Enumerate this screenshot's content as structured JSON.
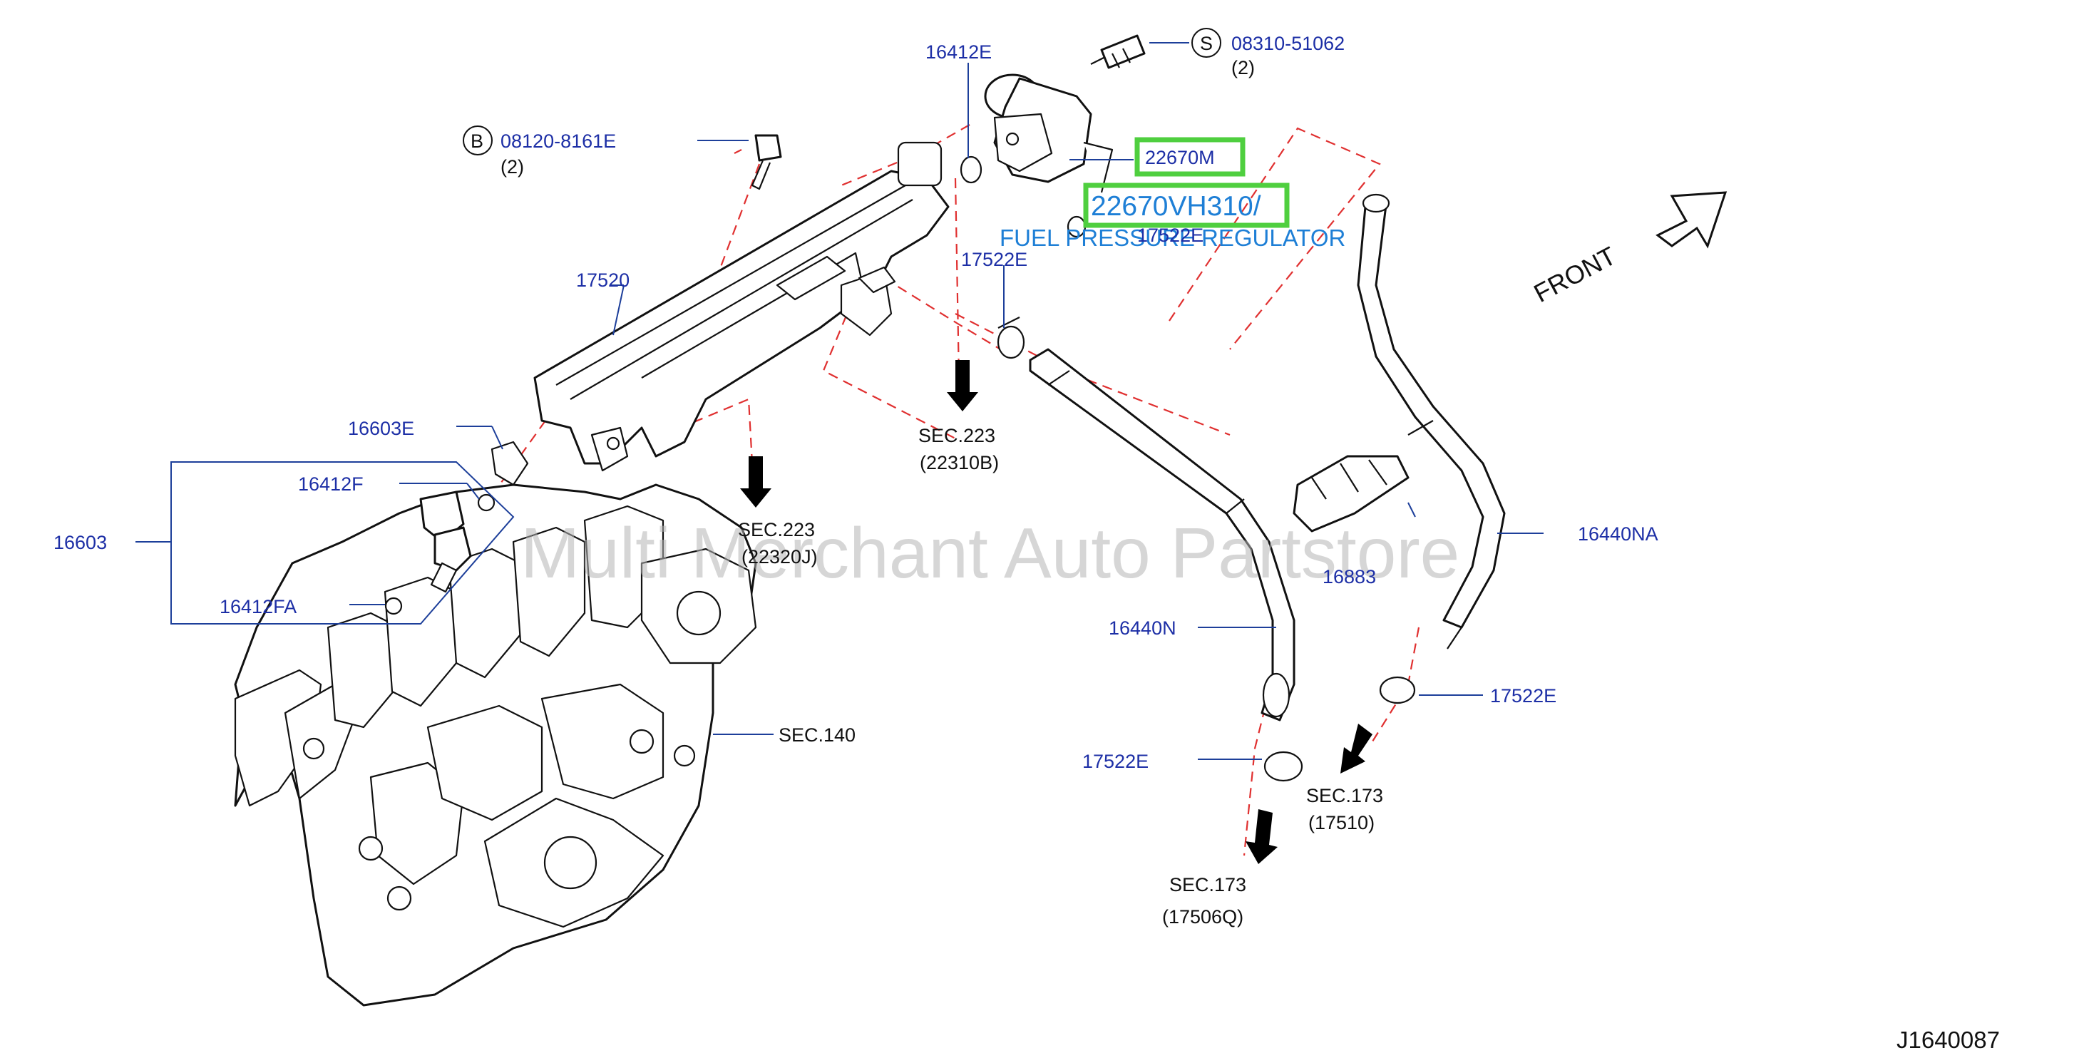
{
  "labels": {
    "p16412E": "16412E",
    "s_symbol": "S",
    "p08310": "08310-51062",
    "p08310_qty": "(2)",
    "b_symbol": "B",
    "p08120": "08120-8161E",
    "p08120_qty": "(2)",
    "p22670M": "22670M",
    "p22670VH": "22670VH310/",
    "fuel_desc": "FUEL PRESSURE REGULATOR",
    "p17522E_a": "17522E",
    "p17522E_b": "17522E",
    "p17520": "17520",
    "p16603E": "16603E",
    "p16412F": "16412F",
    "p16603": "16603",
    "p16412FA": "16412FA",
    "sec223a": "SEC.223",
    "sec223a_sub": "(22320J)",
    "sec223b": "SEC.223",
    "sec223b_sub": "(22310B)",
    "p16883": "16883",
    "p16440NA": "16440NA",
    "p16440N": "16440N",
    "p17522E_c": "17522E",
    "p17522E_d": "17522E",
    "sec140": "SEC.140",
    "sec173a": "SEC.173",
    "sec173a_sub": "(17510)",
    "sec173b": "SEC.173",
    "sec173b_sub": "(17506Q)",
    "front": "FRONT",
    "watermark": "Multi Merchant Auto Partstore",
    "diagram_code": "J1640087"
  },
  "colors": {
    "label_blue": "#1d2fa6",
    "highlight_green": "#4fcf3f",
    "highlight_text": "#1e7fd6",
    "dash_red": "#e03030"
  }
}
